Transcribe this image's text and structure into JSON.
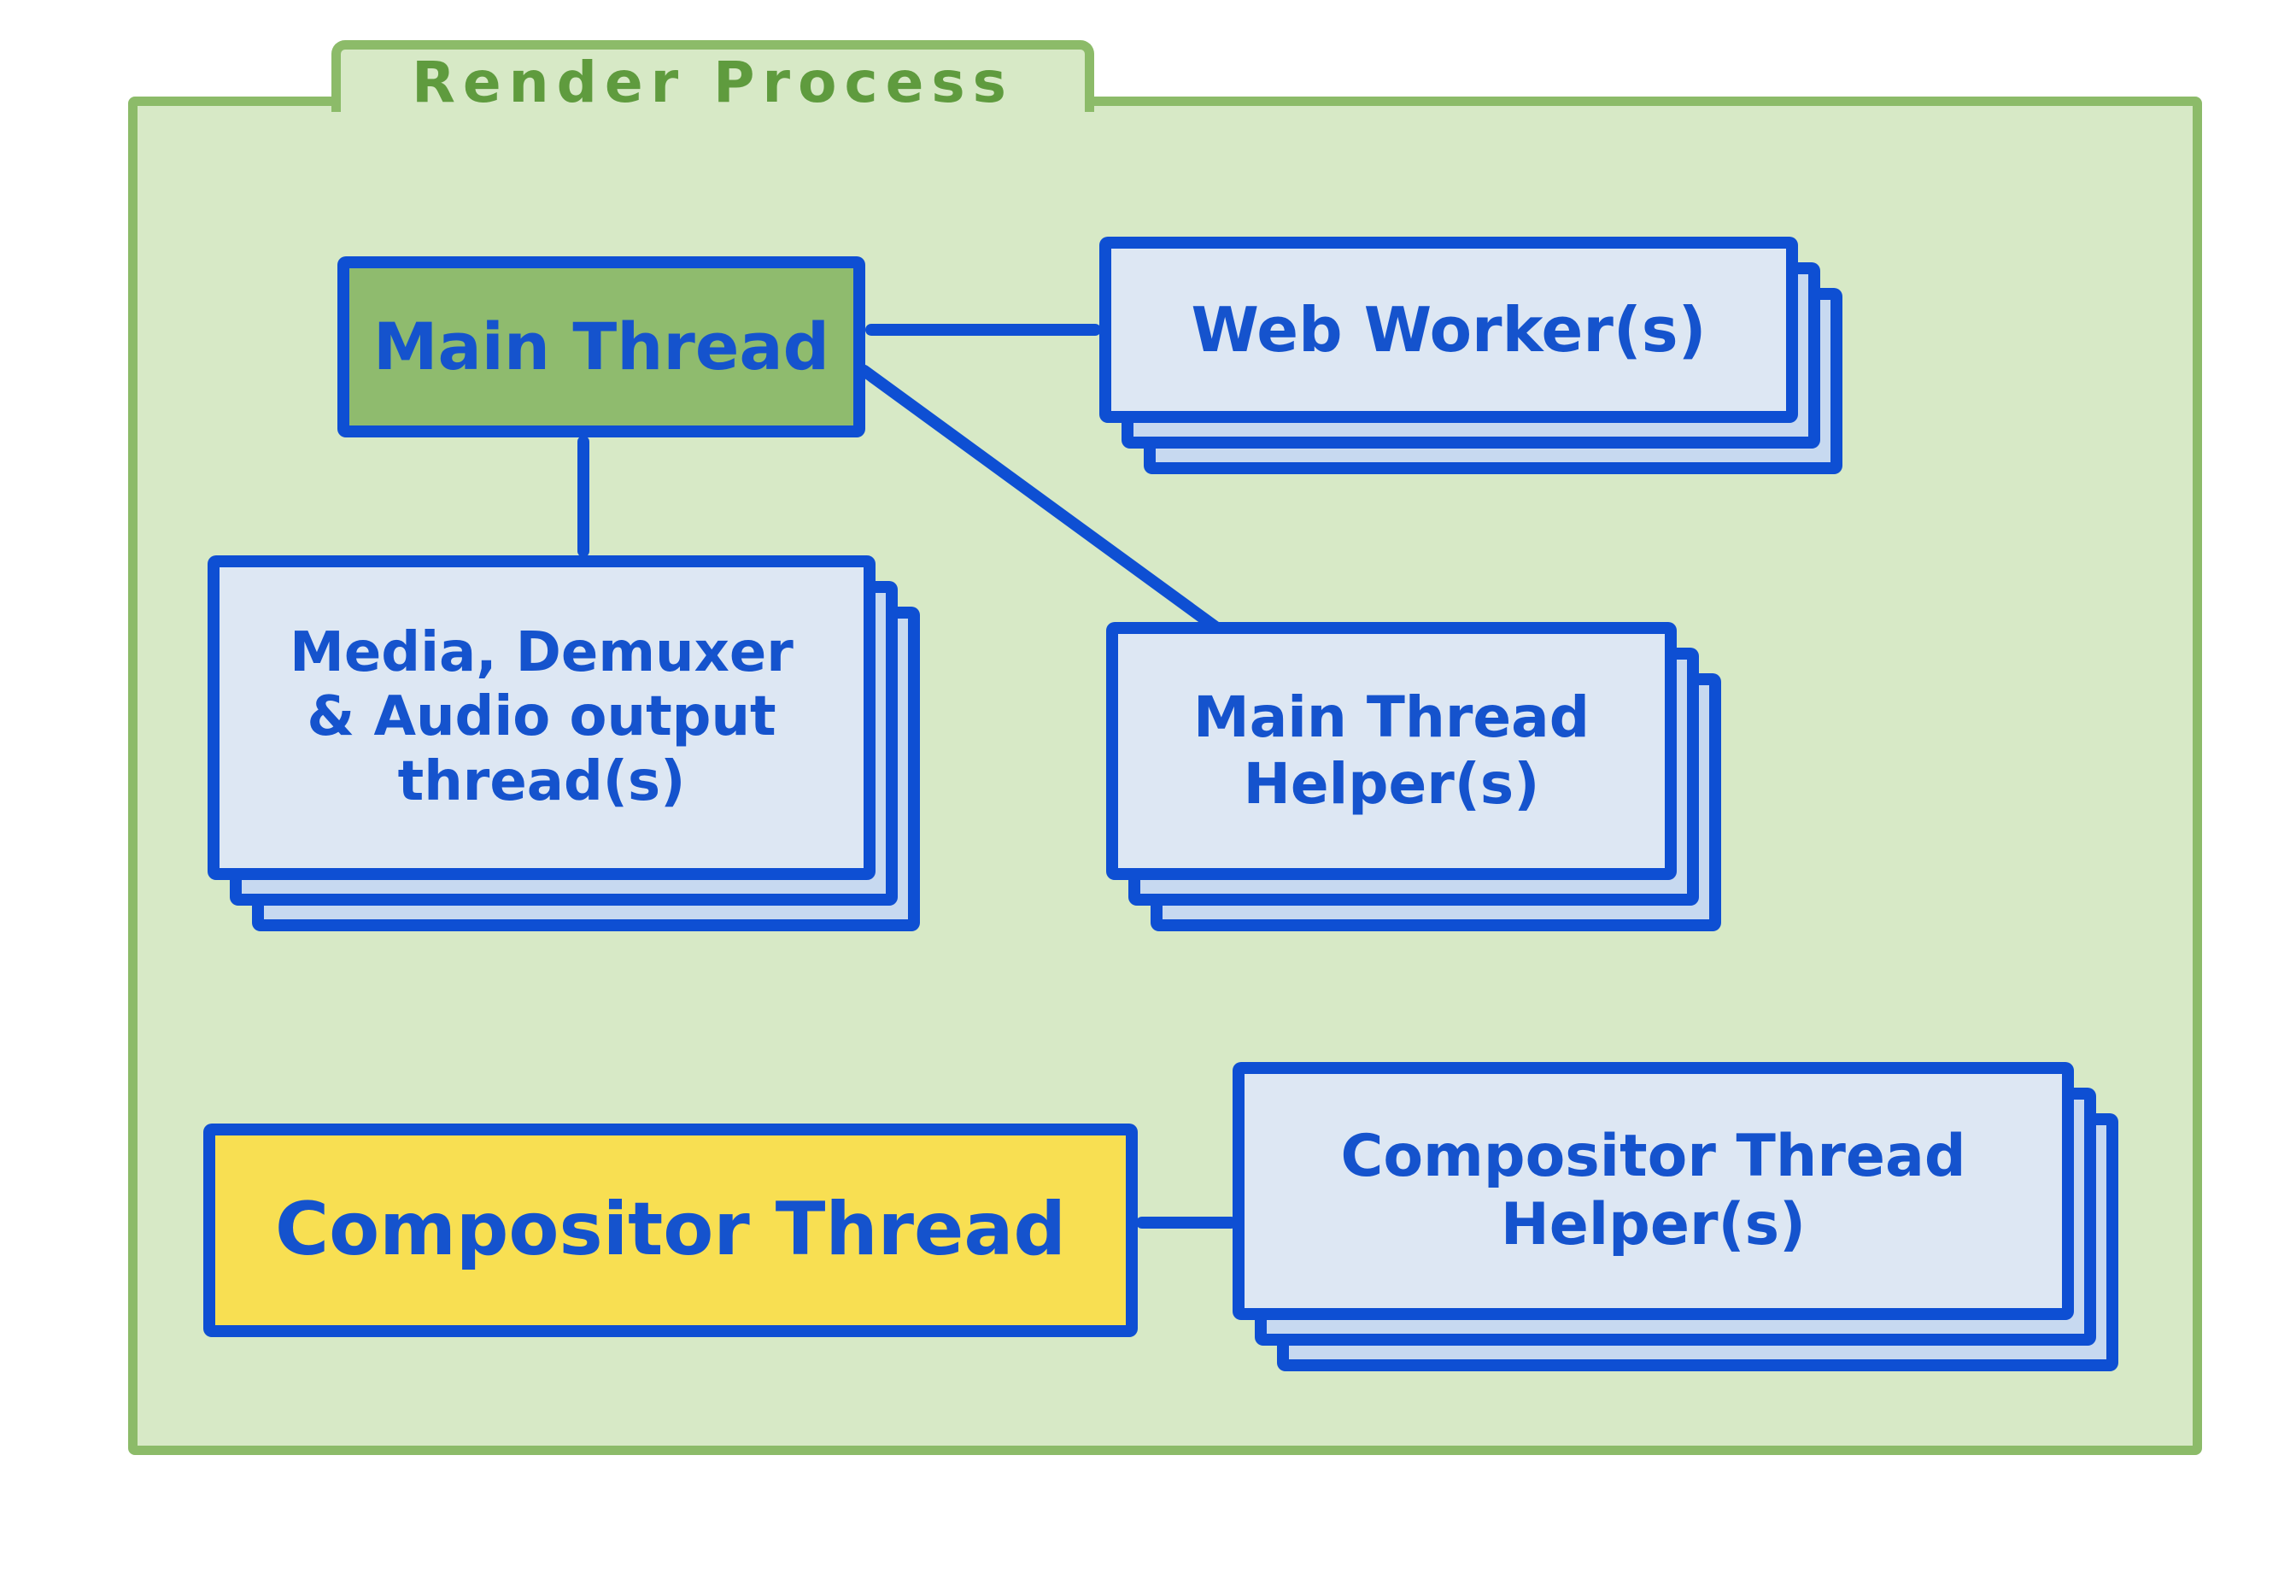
{
  "diagram": {
    "title": "Render Process",
    "nodes": {
      "main_thread": {
        "label": "Main Thread",
        "style": "green-solid"
      },
      "web_workers": {
        "label": "Web Worker(s)",
        "style": "stacked-cards"
      },
      "media_threads": {
        "label": "Media, Demuxer & Audio output thread(s)",
        "line1": "Media, Demuxer",
        "line2": "& Audio output",
        "line3": "thread(s)",
        "style": "stacked-cards"
      },
      "main_thread_helpers": {
        "label": "Main Thread Helper(s)",
        "line1": "Main Thread",
        "line2": "Helper(s)",
        "style": "stacked-cards"
      },
      "compositor_thread": {
        "label": "Compositor Thread",
        "style": "yellow-solid"
      },
      "compositor_thread_helpers": {
        "label": "Compositor Thread Helper(s)",
        "line1": "Compositor Thread",
        "line2": "Helper(s)",
        "style": "stacked-cards"
      }
    },
    "edges": [
      {
        "from": "main-thread",
        "to": "web-workers"
      },
      {
        "from": "main-thread",
        "to": "media-demuxer-audio-threads"
      },
      {
        "from": "main-thread",
        "to": "main-thread-helpers"
      },
      {
        "from": "compositor-thread",
        "to": "compositor-thread-helpers"
      }
    ],
    "colors": {
      "page_background": "#ffffff",
      "folder_fill": "#d7e9c6",
      "folder_border": "#8cbb69",
      "title_text": "#5f9b3e",
      "node_border_blue": "#0e4fd3",
      "node_text_blue": "#1553cd",
      "card_front_fill": "#dde7f3",
      "card_back_fill": "#c7d9f0",
      "main_thread_fill": "#8fbb6e",
      "compositor_fill": "#f8df52"
    }
  }
}
